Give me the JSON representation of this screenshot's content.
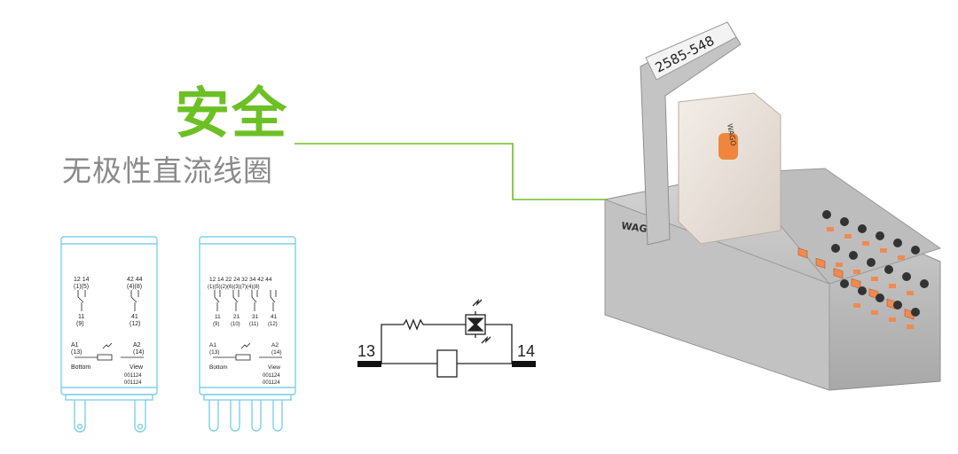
{
  "heading": {
    "title": "安全",
    "subtitle": "无极性直流线圈"
  },
  "colors": {
    "accent": "#6cc024",
    "subtitle": "#8a8a8a",
    "relay_outline": "#7fd0e8",
    "housing_gray": "#c9c9c9",
    "terminal_orange": "#f08a50"
  },
  "relay_2pole": {
    "top_terms": [
      "12 14",
      "(1)(5)"
    ],
    "top_terms_right": [
      "42 44",
      "(4)(8)"
    ],
    "mid_terms_left": [
      "11",
      "(9)"
    ],
    "mid_terms_right": [
      "41",
      "(12)"
    ],
    "coil_left": [
      "A1",
      "(13)"
    ],
    "coil_right": [
      "A2",
      "(14)"
    ],
    "bottom_label": "Bottom",
    "view_label": "View",
    "codes": [
      "001124",
      "001124"
    ]
  },
  "relay_4pole": {
    "top_terms": [
      "12 14 22 24 32 34 42 44",
      "(1)(5)(2)(6)(3)(7)(4)(8)"
    ],
    "mid_terms": [
      "11",
      "21",
      "31",
      "41"
    ],
    "mid_terms_sub": [
      "(9)",
      "(10)",
      "(11)",
      "(12)"
    ],
    "coil_left": [
      "A1",
      "(13)"
    ],
    "coil_right": [
      "A2",
      "(14)"
    ],
    "bottom_label": "Bottom",
    "view_label": "View",
    "codes": [
      "001124",
      "001124"
    ]
  },
  "circuit": {
    "left_terminal": "13",
    "right_terminal": "14"
  },
  "product": {
    "part_number": "2585-548",
    "brand": "WAGO",
    "label_text": "2585-548"
  }
}
